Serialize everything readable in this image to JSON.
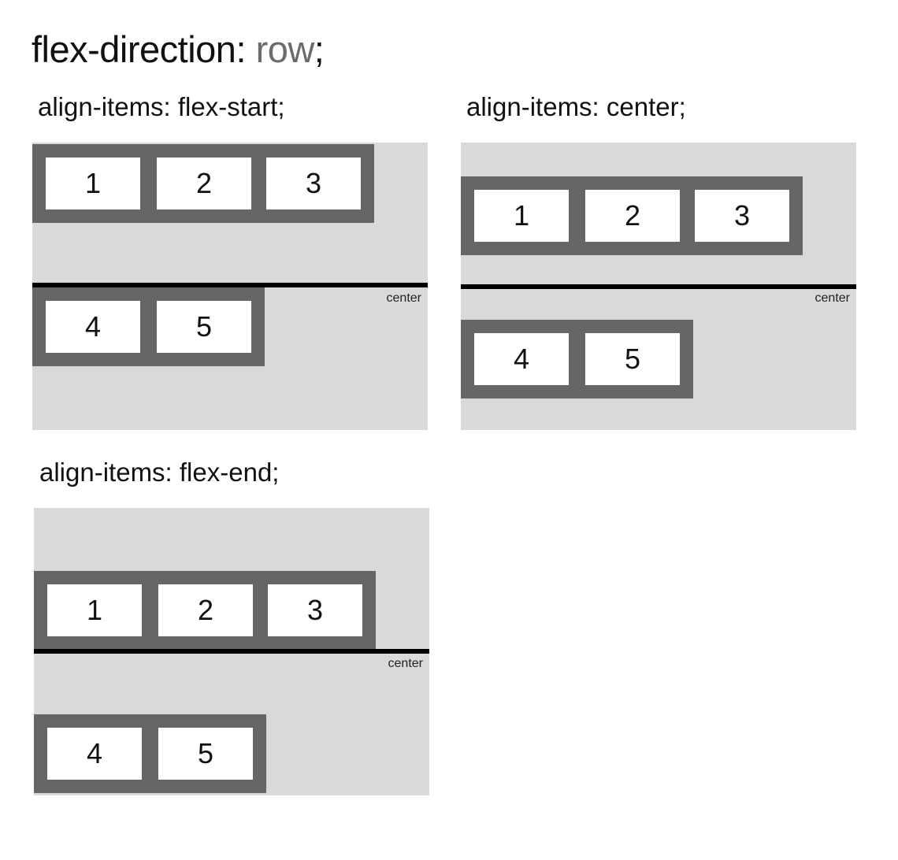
{
  "title": {
    "property": "flex-direction:",
    "value": "row",
    "semicolon": ";"
  },
  "center_label": "center",
  "panels": [
    {
      "label": "align-items: flex-start;",
      "row1": [
        "1",
        "2",
        "3"
      ],
      "row2": [
        "4",
        "5"
      ]
    },
    {
      "label": "align-items: center;",
      "row1": [
        "1",
        "2",
        "3"
      ],
      "row2": [
        "4",
        "5"
      ]
    },
    {
      "label": "align-items: flex-end;",
      "row1": [
        "1",
        "2",
        "3"
      ],
      "row2": [
        "4",
        "5"
      ]
    }
  ],
  "colors": {
    "panel_background": "#d9d9d9",
    "item_frame": "#666666",
    "item_fill": "#ffffff",
    "center_line": "#000000",
    "title_value": "#6b6b6b"
  }
}
